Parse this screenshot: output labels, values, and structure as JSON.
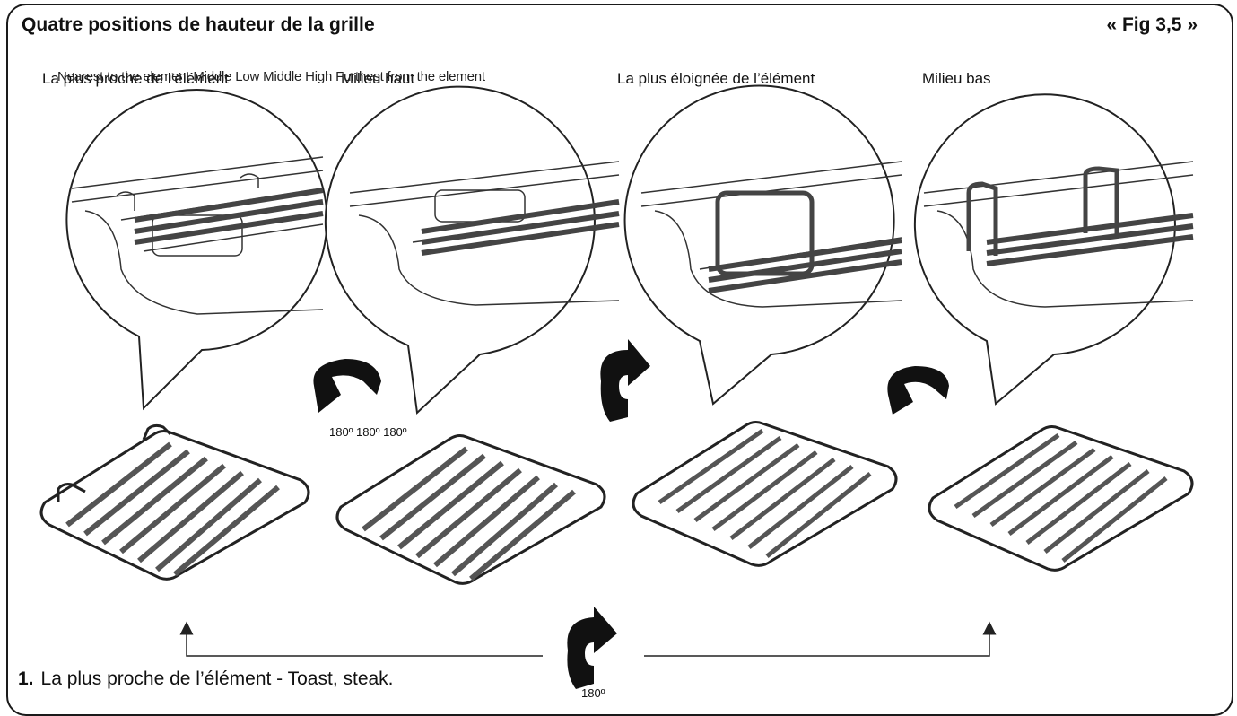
{
  "header": {
    "title": "Quatre positions de hauteur de la grille",
    "figure_ref": "« Fig 3,5 »"
  },
  "positions": [
    {
      "label": "La plus proche de l’élément"
    },
    {
      "label": "Milieu haut"
    },
    {
      "label": "La plus éloignée de l’élément"
    },
    {
      "label": "Milieu bas"
    }
  ],
  "overlay_text": "Nearest to the element  Middle Low  Middle High  Furthest from the element",
  "rotation_labels": {
    "top": "180º 180º 180º",
    "bottom": "180º"
  },
  "caption": {
    "number": "1.",
    "text": "La plus proche de l’élément - Toast, steak."
  }
}
